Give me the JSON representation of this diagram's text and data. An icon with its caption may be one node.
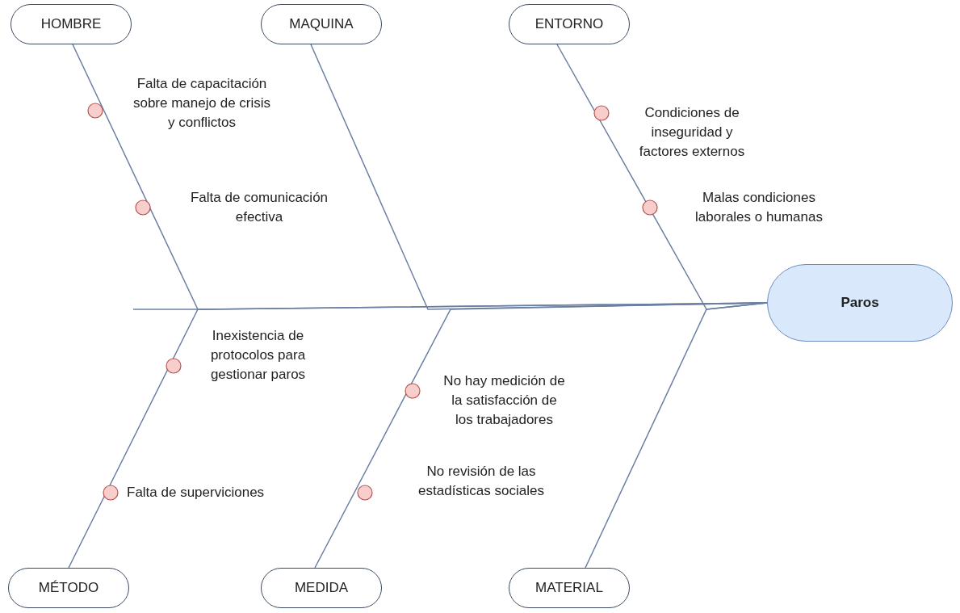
{
  "diagram": {
    "nodes": [
      {
        "text": [
          "HOMBRE"
        ]
      },
      {
        "text": [
          "MAQUINA"
        ]
      },
      {
        "text": [
          "ENTORNO"
        ]
      },
      {
        "text": [
          "Paros"
        ]
      },
      {
        "text": [
          "MÉTODO"
        ]
      },
      {
        "text": [
          "MEDIDA"
        ]
      },
      {
        "text": [
          "MATERIAL"
        ]
      }
    ],
    "edges": [
      {
        "from": 0,
        "to": 3,
        "arrow": "none"
      },
      {
        "from": 1,
        "to": 3,
        "arrow": "none"
      },
      {
        "from": 2,
        "to": 3,
        "arrow": "none"
      },
      {
        "from": 4,
        "to": 3,
        "arrow": "none"
      },
      {
        "from": 5,
        "to": 3,
        "arrow": "none"
      },
      {
        "from": 6,
        "to": 3,
        "arrow": "none"
      }
    ],
    "labels": [
      "Falta de capacitación sobre manejo de crisis y conflictos",
      "Condiciones de inseguridad y factores externos",
      "Falta de comunicación efectiva",
      "Malas condiciones laborales o humanas",
      "Inexistencia de protocolos para gestionar paros",
      "No hay medición de la satisfacción de los trabajadores",
      "No revisión de las estadísticas sociales",
      "Falta de superviciones"
    ]
  }
}
